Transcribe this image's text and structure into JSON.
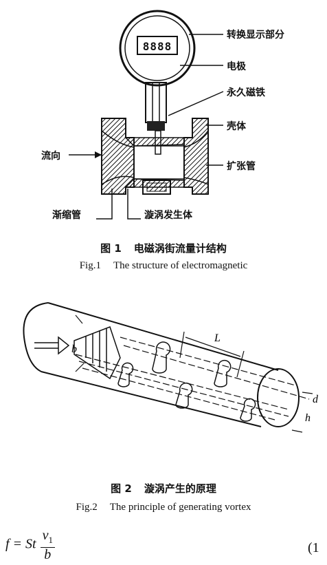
{
  "figure1": {
    "display_digits": "8888",
    "labels": {
      "display": "转换显示部分",
      "electrode": "电极",
      "magnet": "永久磁铁",
      "shell": "壳体",
      "flow": "流向",
      "expand": "扩张管",
      "taper": "渐缩管",
      "generator": "漩涡发生体"
    },
    "caption_zh_num": "图 1",
    "caption_zh": "电磁涡街流量计结构",
    "caption_en_num": "Fig.1",
    "caption_en": "The structure of electromagnetic"
  },
  "figure2": {
    "labels": {
      "b": "b",
      "L": "L",
      "d": "d",
      "h": "h"
    },
    "caption_zh_num": "图 2",
    "caption_zh": "漩涡产生的原理",
    "caption_en_num": "Fig.2",
    "caption_en": "The principle of generating vortex"
  },
  "formula": {
    "lhs": "f = St",
    "numerator": "v",
    "numerator_sub": "1",
    "denominator": "b",
    "eq_number": "(1"
  }
}
